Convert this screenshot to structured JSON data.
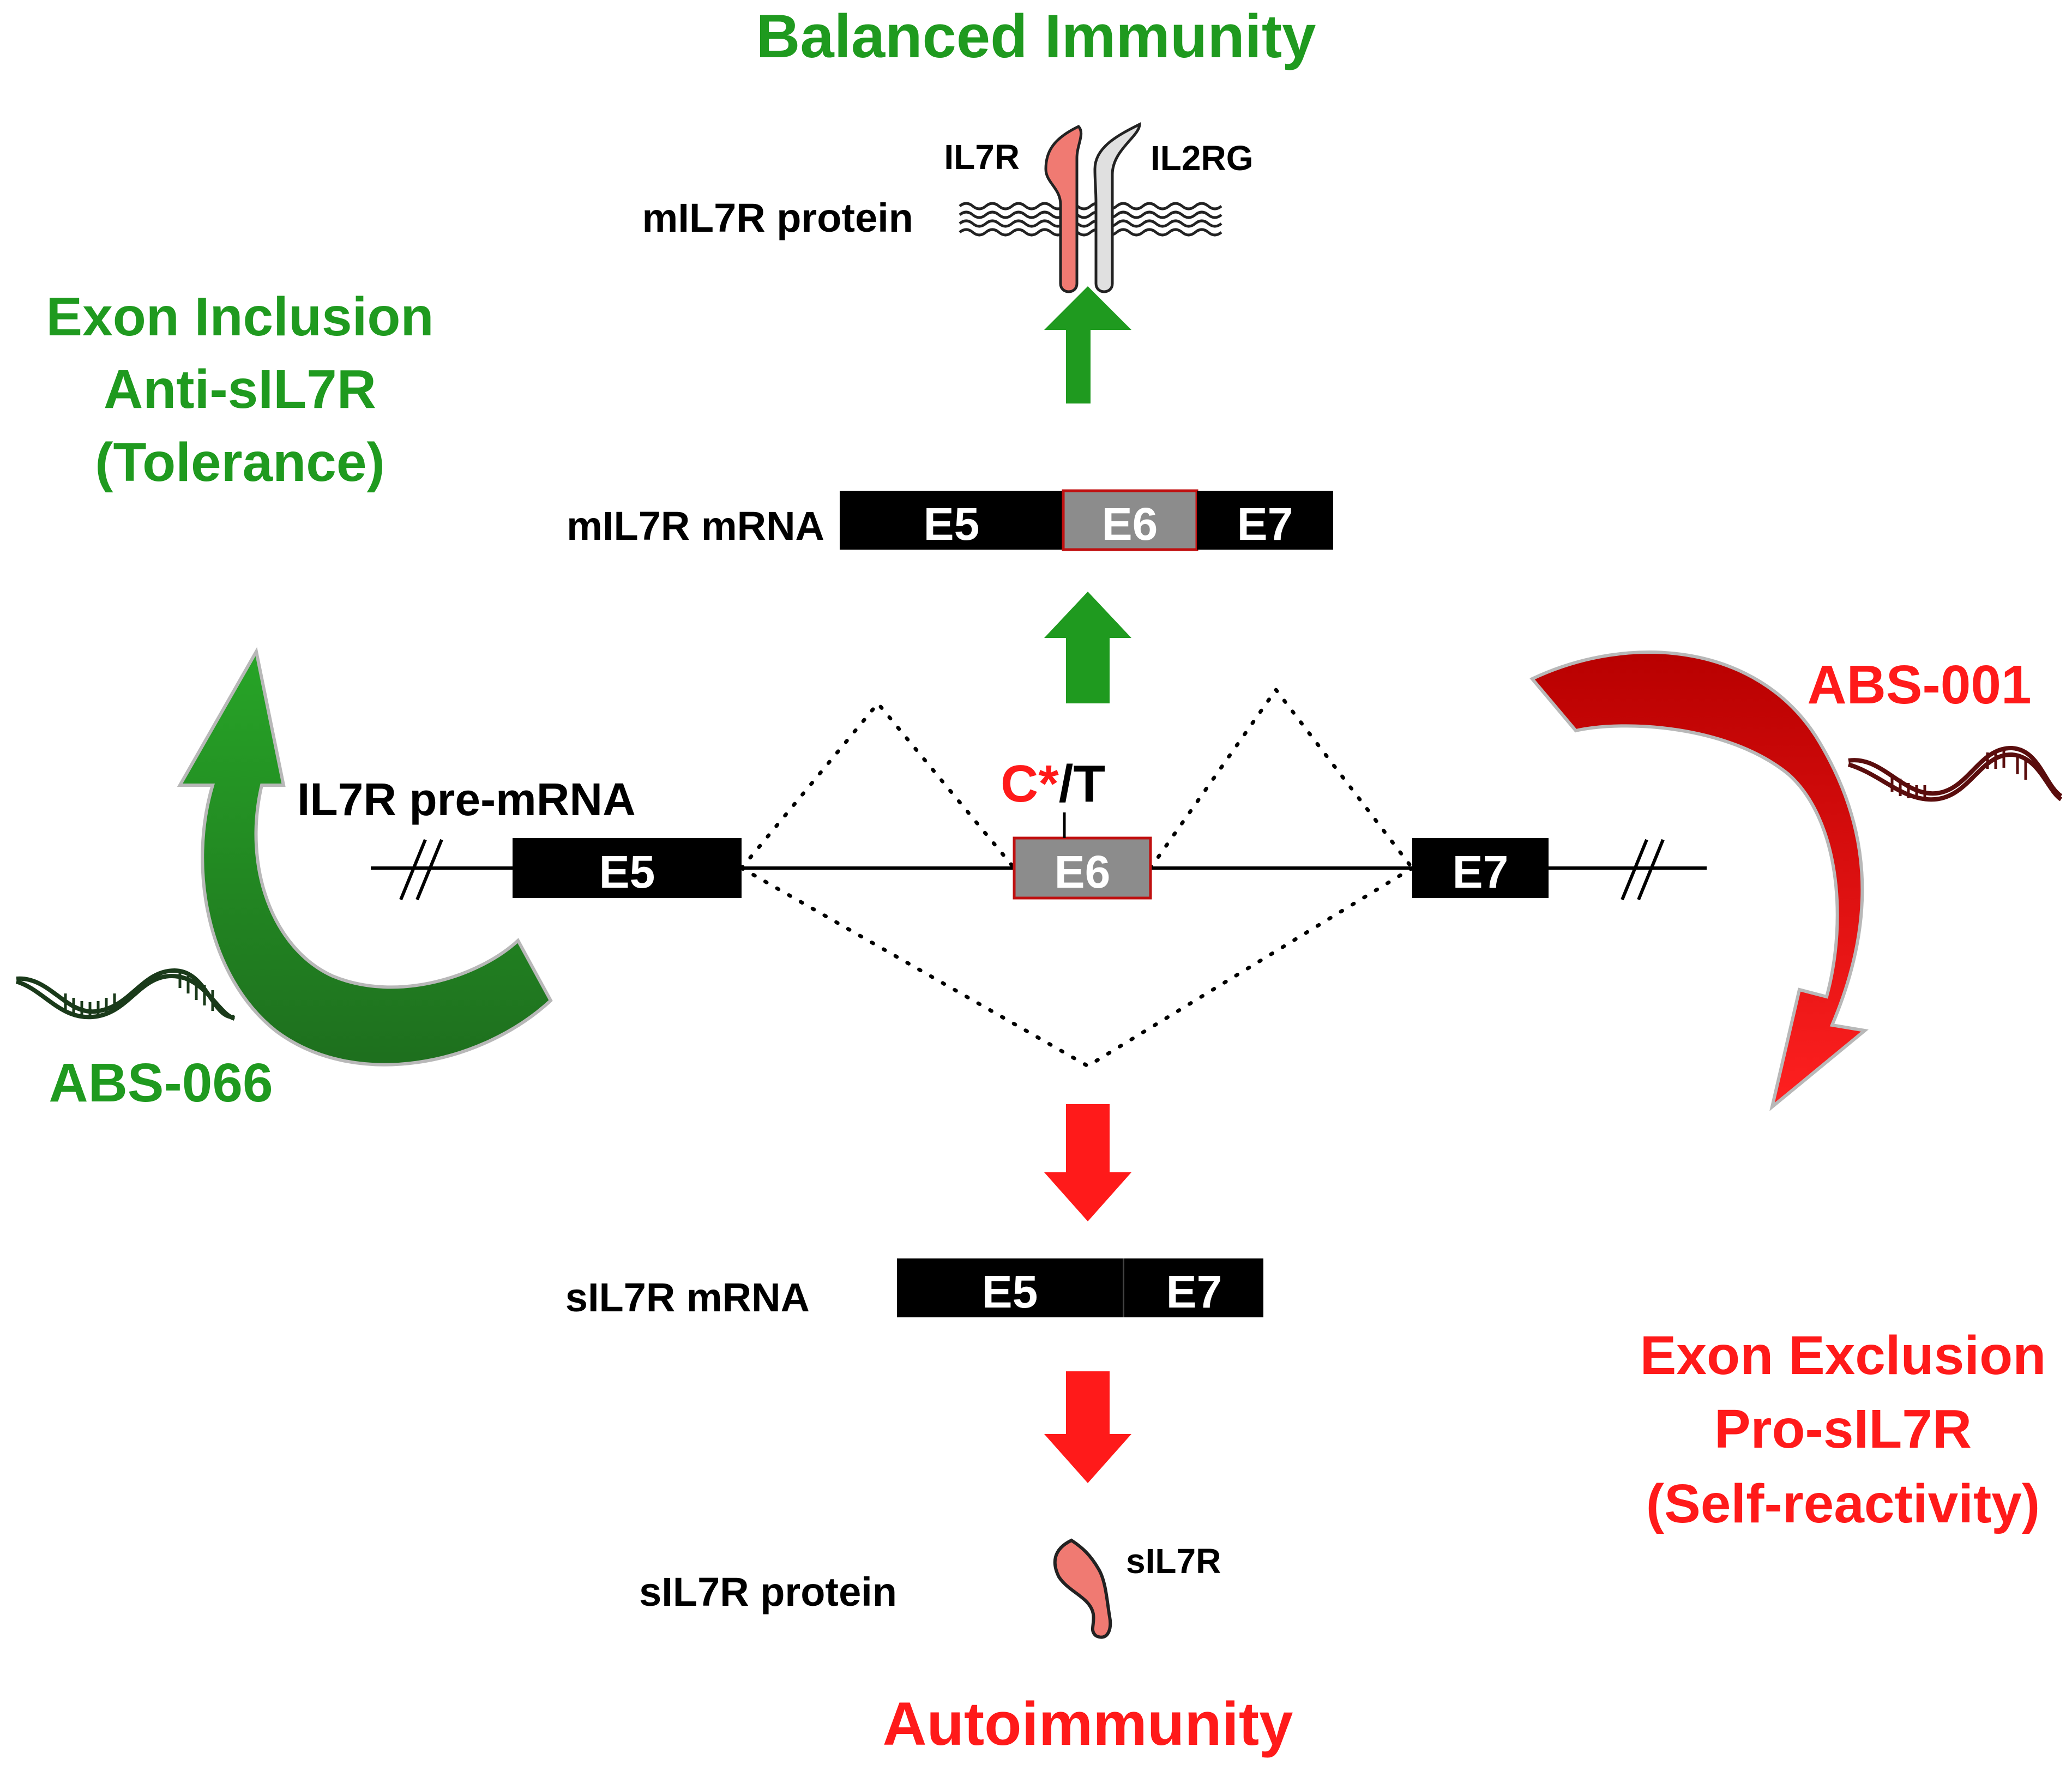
{
  "colors": {
    "green": "#1f9a1f",
    "dark_green": "#1e7a1e",
    "red": "#ff1a1a",
    "dark_red": "#c00000",
    "exon_black": "#000000",
    "exon_gray": "#8c8c8c",
    "il7r_pink": "#f07a72",
    "il2rg_gray": "#e0e0e0"
  },
  "outcomes": {
    "top": "Balanced Immunity",
    "bottom": "Autoimmunity"
  },
  "left_panel": {
    "line1": "Exon Inclusion",
    "line2": "Anti-sIL7R",
    "line3": "(Tolerance)",
    "drug": "ABS-066"
  },
  "right_panel": {
    "line1": "Exon Exclusion",
    "line2": "Pro-sIL7R",
    "line3": "(Self-reactivity)",
    "drug": "ABS-001"
  },
  "membrane_protein": {
    "label": "mIL7R protein",
    "il7r": "IL7R",
    "il2rg": "IL2RG"
  },
  "m_mrna": {
    "label": "mIL7R mRNA",
    "exons": [
      "E5",
      "E6",
      "E7"
    ]
  },
  "pre_mrna": {
    "label": "IL7R pre-mRNA",
    "snp_ref": "C*",
    "snp_alt": "/T",
    "exons": [
      "E5",
      "E6",
      "E7"
    ]
  },
  "s_mrna": {
    "label": "sIL7R mRNA",
    "exons": [
      "E5",
      "E7"
    ]
  },
  "soluble_protein": {
    "label": "sIL7R protein",
    "tag": "sIL7R"
  },
  "icons": {
    "aso_left": "dna-helix-icon",
    "aso_right": "dna-helix-icon",
    "arrow_up": "up-arrow-icon",
    "arrow_down": "down-arrow-icon",
    "curved_green": "curved-arrow-icon",
    "curved_red": "curved-arrow-icon"
  }
}
